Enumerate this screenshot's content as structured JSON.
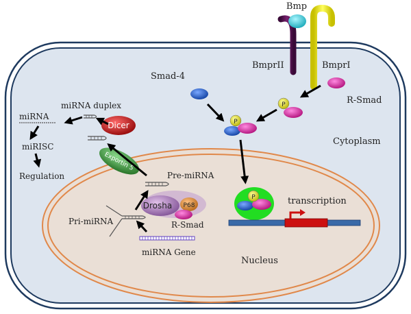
{
  "labels": {
    "bmp": "Bmp",
    "bmpr2": "BmprII",
    "bmpr1": "BmprI",
    "smad4": "Smad-4",
    "rsmad_cyto": "R-Smad",
    "cytoplasm": "Cytoplasm",
    "nucleus": "Nucleus",
    "transcription": "transcription",
    "mirna_duplex": "miRNA duplex",
    "mirna": "miRNA",
    "mirisc": "miRISC",
    "regulation": "Regulation",
    "dicer": "Dicer",
    "exportin": "Exportin 5",
    "pre_mirna": "Pre-miRNA",
    "pri_mirna": "Pri-miRNA",
    "drosha": "Drosha",
    "p68": "P68",
    "rsmad_nuc": "R-Smad",
    "mirna_gene": "miRNA Gene",
    "phospho": "P"
  },
  "colors": {
    "cell_border": "#1e3a5f",
    "cytoplasm_fill": "#dde5ef",
    "nucleus_border": "#e0884a",
    "nucleus_fill": "#eadfd6",
    "smad4": "#1f5fbf",
    "rsmad": "#e020a8",
    "phospho": "#e6e000",
    "bmp": "#36d0d8",
    "bmpr2": "#5a1050",
    "bmpr1": "#e6e000",
    "dicer": "#c01010",
    "exportin": "#3a8a3a",
    "drosha": "#9a6aa8",
    "p68": "#e08a30",
    "complex_bg": "#22dd22",
    "dna": "#3a6aa8",
    "promoter": "#cc1010",
    "mirna_gene": "#6040c0"
  }
}
